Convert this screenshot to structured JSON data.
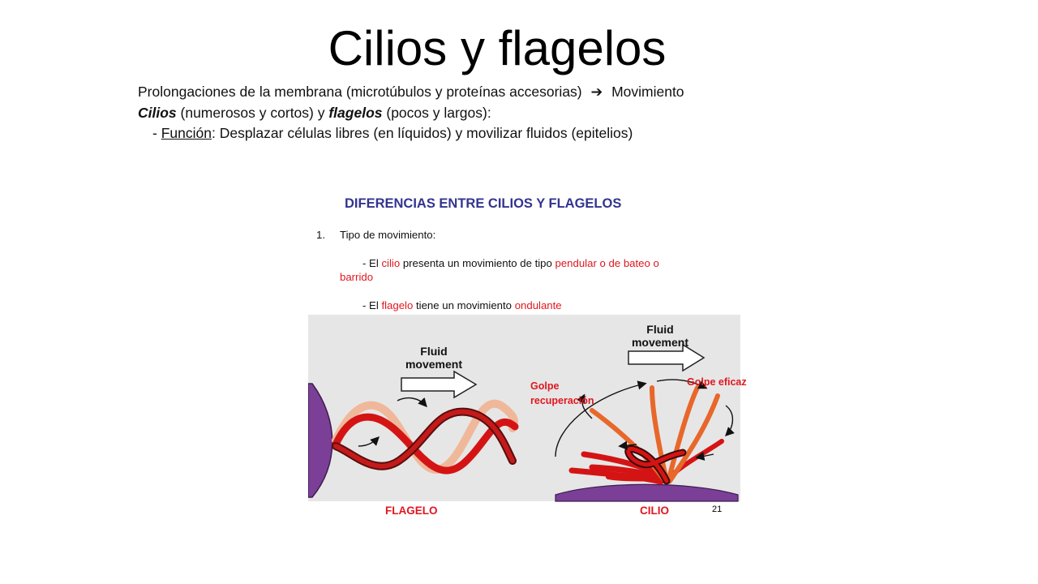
{
  "title": "Cilios y flagelos",
  "intro": {
    "line1_text": "Prolongaciones de la membrana (microtúbulos y proteínas accesorias)",
    "line1_arrow": "➔",
    "line1_end": "Movimiento",
    "line2_cilios": "Cilios",
    "line2_mid": " (numerosos y cortos) y ",
    "line2_flagelos": "flagelos",
    "line2_end": " (pocos y  largos):",
    "line3_dash": "- ",
    "line3_label": "Función",
    "line3_text": ": Desplazar células libres (en líquidos) y movilizar fluidos (epitelios)"
  },
  "figure": {
    "heading": "DIFERENCIAS ENTRE CILIOS Y FLAGELOS",
    "item_number": "1.",
    "item_title": "Tipo de movimiento:",
    "cilio_line": {
      "prefix": "- El ",
      "subject": "cilio",
      "middle": " presenta un movimiento de tipo ",
      "type": "pendular o de bateo o",
      "type_cont": "barrido"
    },
    "flagelo_line": {
      "prefix": "- El ",
      "subject": "flagelo",
      "middle": " tiene un movimiento ",
      "type": "ondulante"
    },
    "fluid_label_1": "Fluid",
    "fluid_label_2": "movement",
    "golpe_recuperacion_1": "Golpe",
    "golpe_recuperacion_2": "recuperación",
    "golpe_eficaz": "Golpe eficaz",
    "caption_flagelo": "FLAGELO",
    "caption_cilio": "CILIO",
    "page_number": "21",
    "colors": {
      "heading": "#33348f",
      "accent_red": "#e0171f",
      "cell_purple": "#7b3f98",
      "cilia_orange": "#e8672a",
      "panel_bg": "#e6e6e6"
    }
  }
}
